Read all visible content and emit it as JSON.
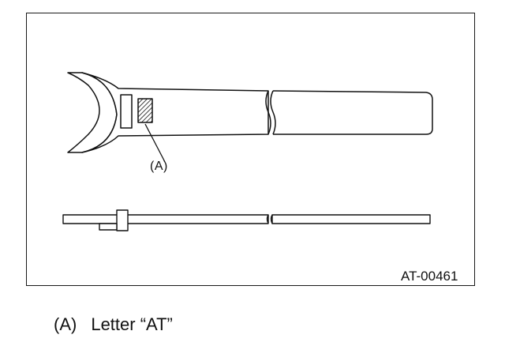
{
  "figure": {
    "callout_label": "(A)",
    "figure_code": "AT-00461"
  },
  "legend": {
    "key": "(A)",
    "text": "Letter “AT”"
  }
}
